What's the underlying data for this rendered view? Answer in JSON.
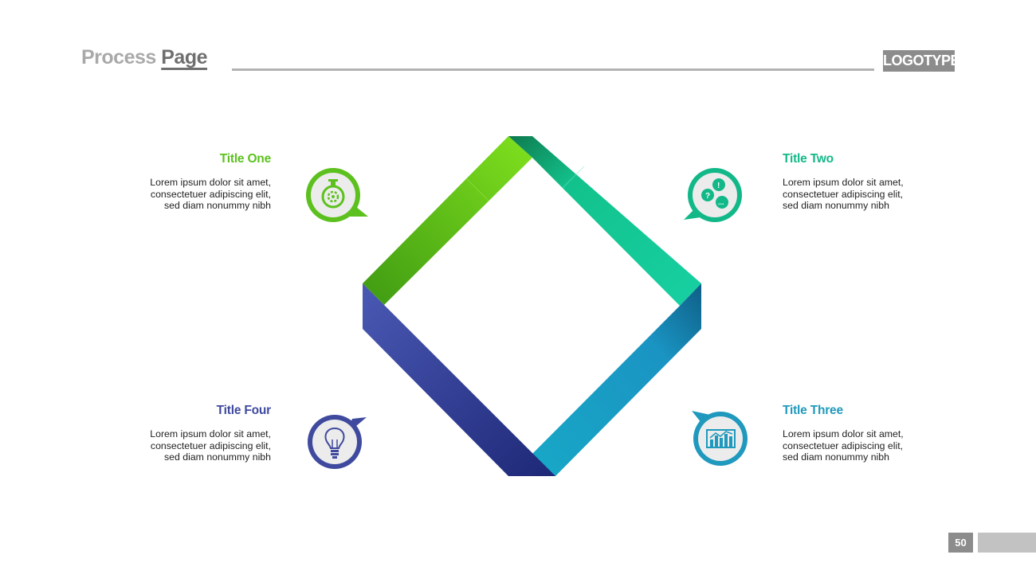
{
  "header": {
    "title_part1": "Process",
    "title_part2": "Page",
    "logo": "LOGOTYPE"
  },
  "steps": [
    {
      "title": "Title One",
      "text_lines": [
        "Lorem ipsum dolor sit amet,",
        "consectetuer adipiscing elit,",
        "sed diam nonummy nibh"
      ],
      "icon": "stopwatch-gear-icon",
      "color": "#5cc11e"
    },
    {
      "title": "Title Two",
      "text_lines": [
        "Lorem ipsum dolor sit amet,",
        "consectetuer adipiscing elit,",
        "sed diam nonummy nibh"
      ],
      "icon": "speech-bubbles-icon",
      "color": "#12b888"
    },
    {
      "title": "Title Three",
      "text_lines": [
        "Lorem ipsum dolor sit amet,",
        "consectetuer adipiscing elit,",
        "sed diam nonummy nibh"
      ],
      "icon": "bar-chart-icon",
      "color": "#1f99bd"
    },
    {
      "title": "Title Four",
      "text_lines": [
        "Lorem ipsum dolor sit amet,",
        "consectetuer adipiscing elit,",
        "sed diam nonummy nibh"
      ],
      "icon": "lightbulb-icon",
      "color": "#3f4a9e"
    }
  ],
  "footer": {
    "page_number": "50"
  }
}
